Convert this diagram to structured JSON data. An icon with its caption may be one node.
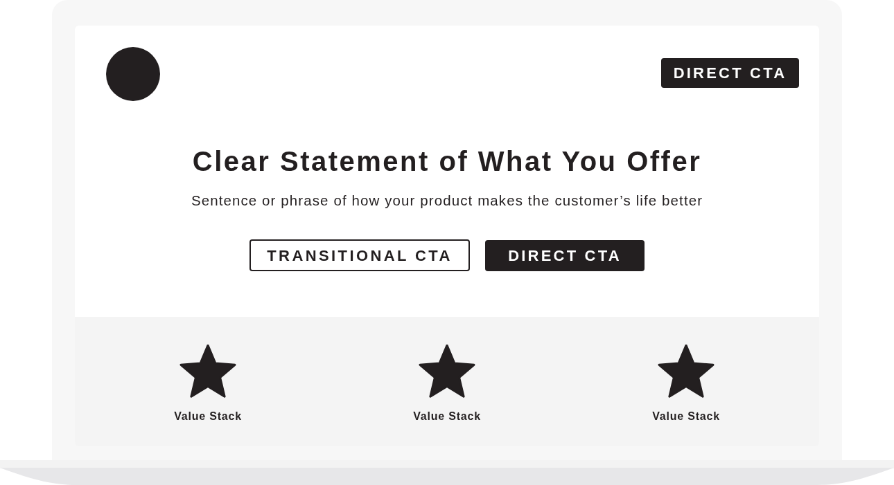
{
  "diagram": {
    "nodes": [
      {
        "text": [
          "Clear Statement of What You Offer",
          "Sentence or phrase of how your product makes the customer’s life better"
        ]
      },
      {
        "text": [
          "DIRECT CTA"
        ],
        "in": 0
      },
      {
        "text": [
          "TRANSITIONAL CTA"
        ],
        "in": 0
      },
      {
        "text": [
          "DIRECT CTA"
        ],
        "in": 0
      },
      {
        "text": [
          "Value Stack",
          "Value Stack",
          "Value Stack"
        ]
      }
    ]
  }
}
